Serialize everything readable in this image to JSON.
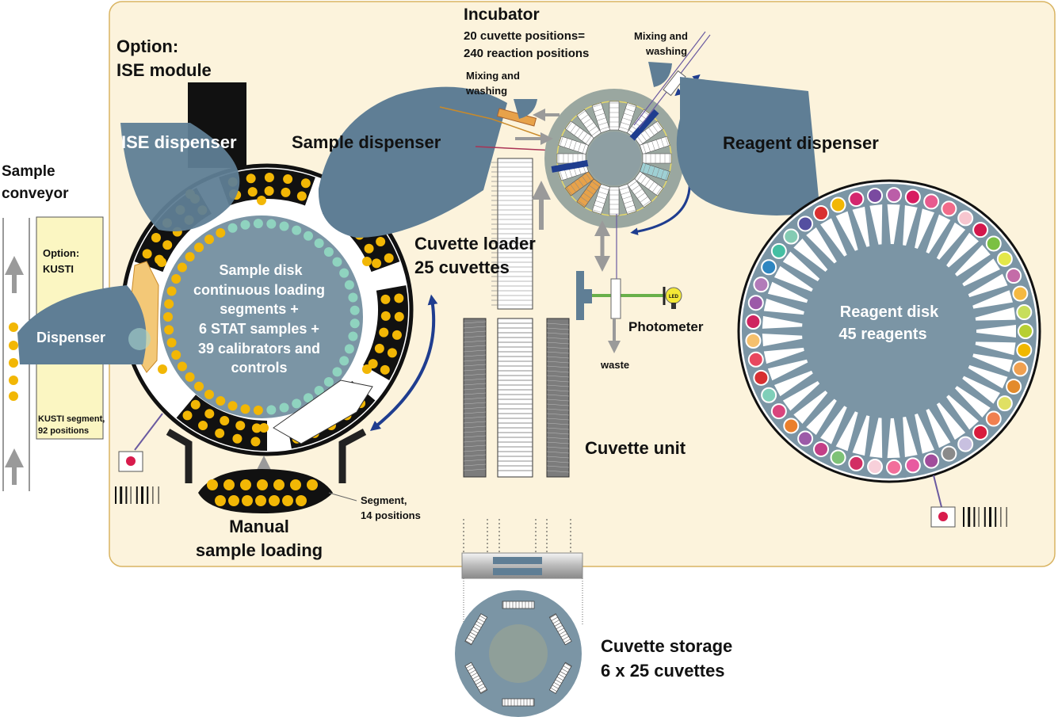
{
  "labels": {
    "incubator_title": "Incubator",
    "incubator_line1": "20 cuvette positions=",
    "incubator_line2": "240 reaction positions",
    "mixing_washing_right_1": "Mixing and",
    "mixing_washing_right_2": "washing",
    "mixing_washing_left_1": "Mixing and",
    "mixing_washing_left_2": "washing",
    "ise_option_1": "Option:",
    "ise_option_2": "ISE module",
    "ise_dispenser": "ISE dispenser",
    "sample_dispenser": "Sample dispenser",
    "reagent_dispenser": "Reagent dispenser",
    "sample_conveyor_1": "Sample",
    "sample_conveyor_2": "conveyor",
    "kusti_option_1": "Option:",
    "kusti_option_2": "KUSTI",
    "dispenser": "Dispenser",
    "kusti_segment_1": "KUSTI segment,",
    "kusti_segment_2": "92 positions",
    "sample_disk_1": "Sample disk",
    "sample_disk_2": "continuous loading",
    "sample_disk_3": "segments +",
    "sample_disk_4": "6 STAT samples +",
    "sample_disk_5": "39 calibrators and",
    "sample_disk_6": "controls",
    "cuvette_loader_1": "Cuvette loader",
    "cuvette_loader_2": "25 cuvettes",
    "photometer": "Photometer",
    "waste": "waste",
    "reagent_disk_1": "Reagent disk",
    "reagent_disk_2": "45 reagents",
    "cuvette_unit": "Cuvette unit",
    "segment_1": "Segment,",
    "segment_2": "14 positions",
    "manual_loading_1": "Manual",
    "manual_loading_2": "sample loading",
    "cuvette_storage_1": "Cuvette storage",
    "cuvette_storage_2": "6 x 25 cuvettes",
    "lamp": "LED"
  },
  "colors": {
    "panel_fill": "#fcf3dc",
    "panel_stroke": "#d9b462",
    "steel_blue": "#5f7e95",
    "disk_gray": "#7b95a5",
    "sample_yellow": "#f2b705",
    "teal": "#8fd3bf",
    "navy_arrow": "#1f3d8f",
    "gray_arrow": "#9a9a9a",
    "black": "#111111",
    "kusti_fill": "#fbf6c2",
    "incubator_ring": "#9aa7a0",
    "lamp_yellow": "#f3e836",
    "beam_green": "#69b04a"
  },
  "reagent_colors": [
    "#f2b705",
    "#d4276e",
    "#7a4aa0",
    "#bb5ea8",
    "#d81b60",
    "#e85a8e",
    "#f26b8a",
    "#f7c6cf",
    "#d3174c",
    "#7bc043",
    "#e3e84a",
    "#c46ca8",
    "#f5b942",
    "#c7de5c",
    "#b7cf32",
    "#f0b800",
    "#f0a050",
    "#e38b2c",
    "#e0e063",
    "#f08050",
    "#d81b3c",
    "#c8c0e0",
    "#8a8a8a",
    "#a14c9b",
    "#e85aa0",
    "#f26e9b",
    "#f7d0da",
    "#d22e64",
    "#7ec277",
    "#c33f87",
    "#9c5aa8",
    "#ea7f2c",
    "#d9447d",
    "#7fcfb9",
    "#d72f31",
    "#e8475f",
    "#f5c06d",
    "#cf2460",
    "#9c5aa8",
    "#b27bb9",
    "#2e86c1",
    "#45bfa3",
    "#84cbb3",
    "#544fa0",
    "#d93030"
  ]
}
